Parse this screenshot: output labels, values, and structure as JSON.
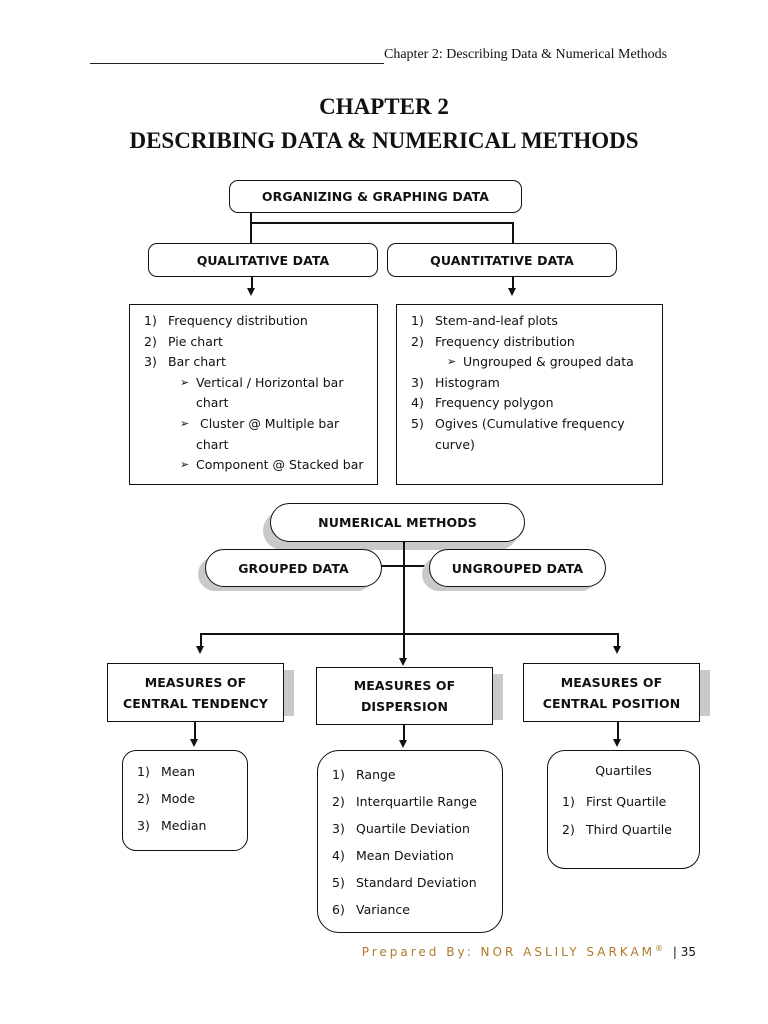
{
  "header": {
    "running_title": "Chapter 2: Describing Data & Numerical Methods"
  },
  "title": {
    "line1": "CHAPTER 2",
    "line2": "DESCRIBING DATA & NUMERICAL METHODS"
  },
  "organizing": {
    "root": "ORGANIZING & GRAPHING DATA",
    "qualitative": {
      "label": "QUALITATIVE DATA",
      "items": [
        {
          "num": "1)",
          "text": "Frequency distribution"
        },
        {
          "num": "2)",
          "text": "Pie chart"
        },
        {
          "num": "3)",
          "text": "Bar chart"
        }
      ],
      "subitems": [
        {
          "line1": "Vertical / Horizontal bar",
          "line2": "chart"
        },
        {
          "line1": " Cluster @ Multiple bar",
          "line2": "chart"
        },
        {
          "line1": "Component @ Stacked bar",
          "line2": ""
        }
      ]
    },
    "quantitative": {
      "label": "QUANTITATIVE DATA",
      "item1": {
        "num": "1)",
        "text": "Stem-and-leaf plots"
      },
      "item2": {
        "num": "2)",
        "text": "Frequency distribution"
      },
      "sub": "Ungrouped & grouped data",
      "rest": [
        {
          "num": "3)",
          "text": "Histogram"
        },
        {
          "num": "4)",
          "text": "Frequency polygon"
        },
        {
          "num": "5)",
          "text": "Ogives (Cumulative frequency curve)"
        }
      ]
    }
  },
  "numerical": {
    "root": "NUMERICAL METHODS",
    "grouped": "GROUPED DATA",
    "ungrouped": "UNGROUPED DATA",
    "central_tendency": {
      "line1": "MEASURES OF",
      "line2": "CENTRAL TENDENCY",
      "items": [
        {
          "num": "1)",
          "text": "Mean"
        },
        {
          "num": "2)",
          "text": "Mode"
        },
        {
          "num": "3)",
          "text": "Median"
        }
      ]
    },
    "dispersion": {
      "line1": "MEASURES OF",
      "line2": "DISPERSION",
      "items": [
        {
          "num": "1)",
          "text": "Range"
        },
        {
          "num": "2)",
          "text": "Interquartile Range"
        },
        {
          "num": "3)",
          "text": "Quartile Deviation"
        },
        {
          "num": "4)",
          "text": "Mean Deviation"
        },
        {
          "num": "5)",
          "text": "Standard Deviation"
        },
        {
          "num": "6)",
          "text": "Variance"
        }
      ]
    },
    "central_position": {
      "line1": "MEASURES OF",
      "line2": "CENTRAL POSITION",
      "heading": "Quartiles",
      "items": [
        {
          "num": "1)",
          "text": "First Quartile"
        },
        {
          "num": "2)",
          "text": "Third Quartile"
        }
      ]
    }
  },
  "footer": {
    "prepared": "Prepared By: NOR ASLILY SARKAM",
    "reg": "®",
    "page": "| 35"
  }
}
